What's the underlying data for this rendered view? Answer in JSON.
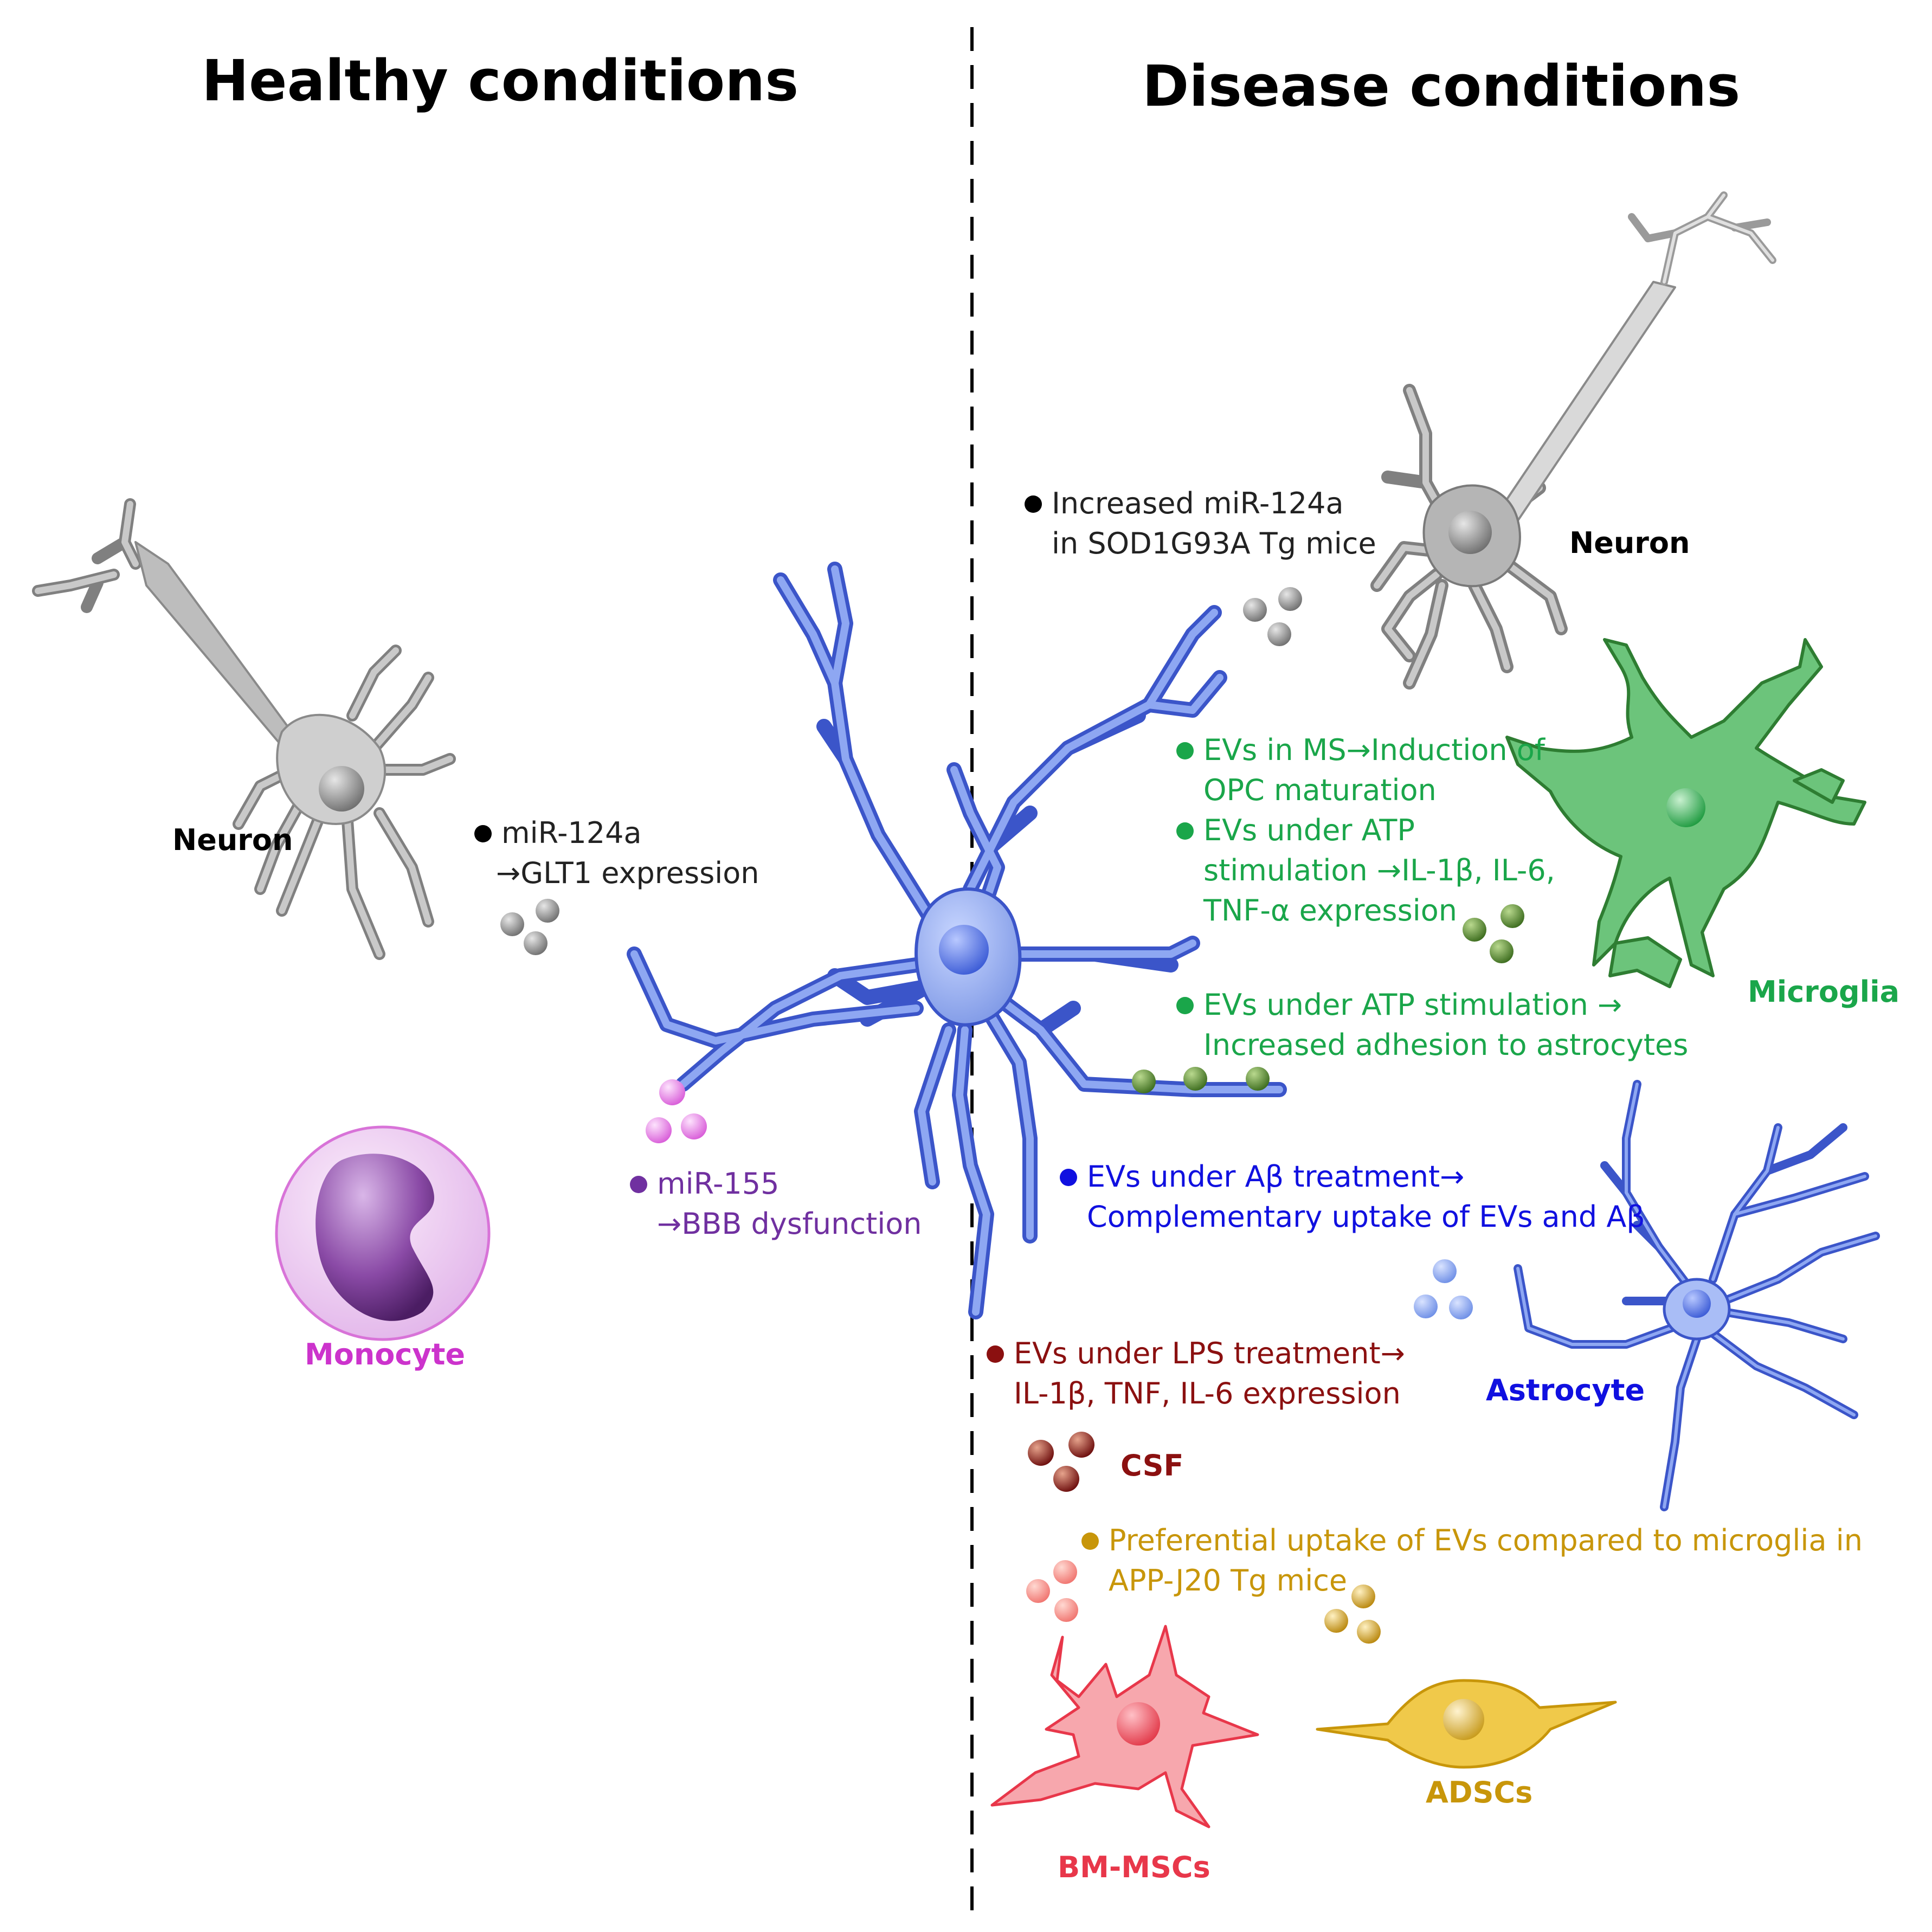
{
  "headings": {
    "healthy": "Healthy conditions",
    "disease": "Disease conditions"
  },
  "cell_labels": {
    "neuron_left": "Neuron",
    "neuron_right": "Neuron",
    "microglia": "Microglia",
    "astrocyte": "Astrocyte",
    "monocyte": "Monocyte",
    "csf": "CSF",
    "adscs": "ADSCs",
    "bm_mscs": "BM-MSCs"
  },
  "notes": {
    "healthy_neuron": [
      "miR-124a",
      "→GLT1 expression"
    ],
    "healthy_monocyte": [
      "miR-155",
      "→BBB dysfunction"
    ],
    "disease_neuron": [
      "Increased miR-124a",
      "in SOD1G93A Tg mice"
    ],
    "microglia_ms": [
      "EVs in MS→Induction of",
      "OPC maturation"
    ],
    "microglia_atp_cytokines": [
      "EVs under ATP",
      "stimulation →IL-1β, IL-6,",
      "TNF-α expression"
    ],
    "microglia_atp_adhesion": [
      "EVs under ATP stimulation →",
      "Increased adhesion to astrocytes"
    ],
    "astrocyte_abeta": [
      "EVs under Aβ treatment→",
      "Complementary uptake of EVs and Aβ"
    ],
    "csf_lps": [
      "EVs under LPS treatment→",
      "IL-1β, TNF, IL-6 expression"
    ],
    "adscs_uptake": [
      "Preferential uptake of EVs compared to microglia in",
      "APP-J20 Tg mice"
    ]
  },
  "colors": {
    "neuron": "#000000",
    "microglia": "#1aa64a",
    "astrocyte": "#1010e0",
    "monocyte": "#cc33cc",
    "monocyte_note": "#7030a0",
    "csf": "#8b1010",
    "adscs": "#c8960a",
    "bm_mscs": "#e8374a"
  }
}
